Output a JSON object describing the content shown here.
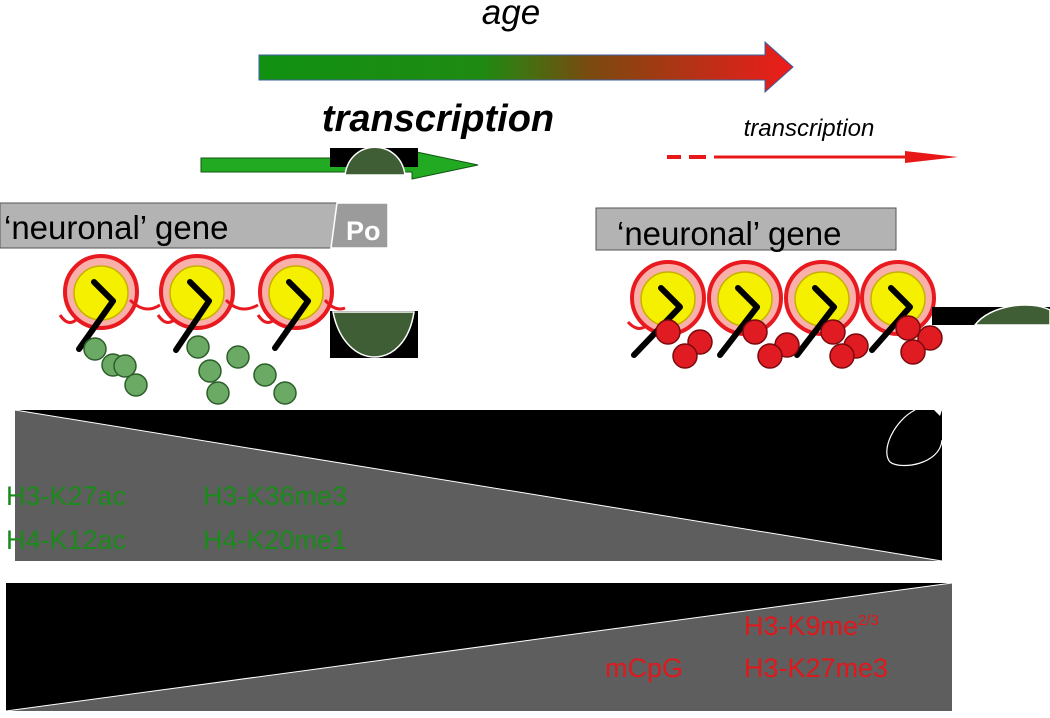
{
  "header": {
    "age_label": "age",
    "transcription_strong": "transcription",
    "transcription_weak": "transcription"
  },
  "genes": {
    "young_gene_label": "‘neuronal’ gene",
    "old_gene_label": "‘neuronal’ gene",
    "pol_label": "Po"
  },
  "active_marks": {
    "row1_col1": "H3-K27ac",
    "row1_col2": "H3-K36me3",
    "row2_col1": "H4-K12ac",
    "row2_col2": "H4-K20me1"
  },
  "repressive_marks": {
    "k9_base": "H3-K9me",
    "k9_superscript": "2/3",
    "mcpg": "mCpG",
    "k27me3": "H3-K27me3"
  },
  "colors": {
    "active_green": "#1a8a1a",
    "repressive_red": "#e0181c",
    "histone_yellow": "#f4f000",
    "acetyl_ball_green": "#6aaa64",
    "methyl_ball_red": "#e01b22",
    "wedge_gray": "#5e5e5e",
    "gene_box_gray": "#b3b3b3"
  }
}
